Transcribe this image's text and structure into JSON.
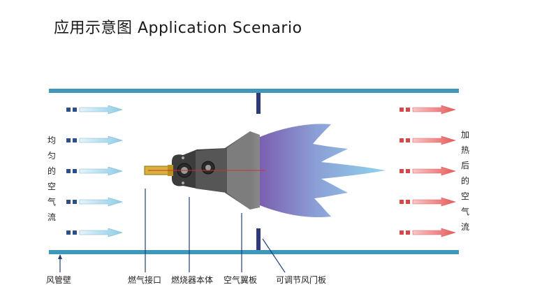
{
  "title": "应用示意图  Application Scenario",
  "left_label": [
    "均",
    "匀",
    "的",
    "空",
    "气",
    "流"
  ],
  "right_label": [
    "加",
    "热",
    "后",
    "的",
    "空",
    "气",
    "流"
  ],
  "callouts": {
    "duct_wall": "风管壁",
    "gas_inlet": "燃气接口",
    "burner_body": "燃烧器本体",
    "air_wing_plate": "空气翼板",
    "damper": "可调节风门板"
  },
  "colors": {
    "duct": "#3f97b9",
    "cold_air": "#8ecde6",
    "hot_air": "#ec6b6b",
    "flame_start": "#7b5fb0",
    "flame_end": "#8fd3ec",
    "burner_body": "#4a4a4a",
    "gas_pipe": "#d9b13a",
    "damper": "#2f3a7a",
    "leader": "#1f3f7a",
    "axis": "#d23030"
  },
  "icons": [
    "cold-air-arrow-icon",
    "hot-air-arrow-icon",
    "flame-icon",
    "burner-icon"
  ]
}
